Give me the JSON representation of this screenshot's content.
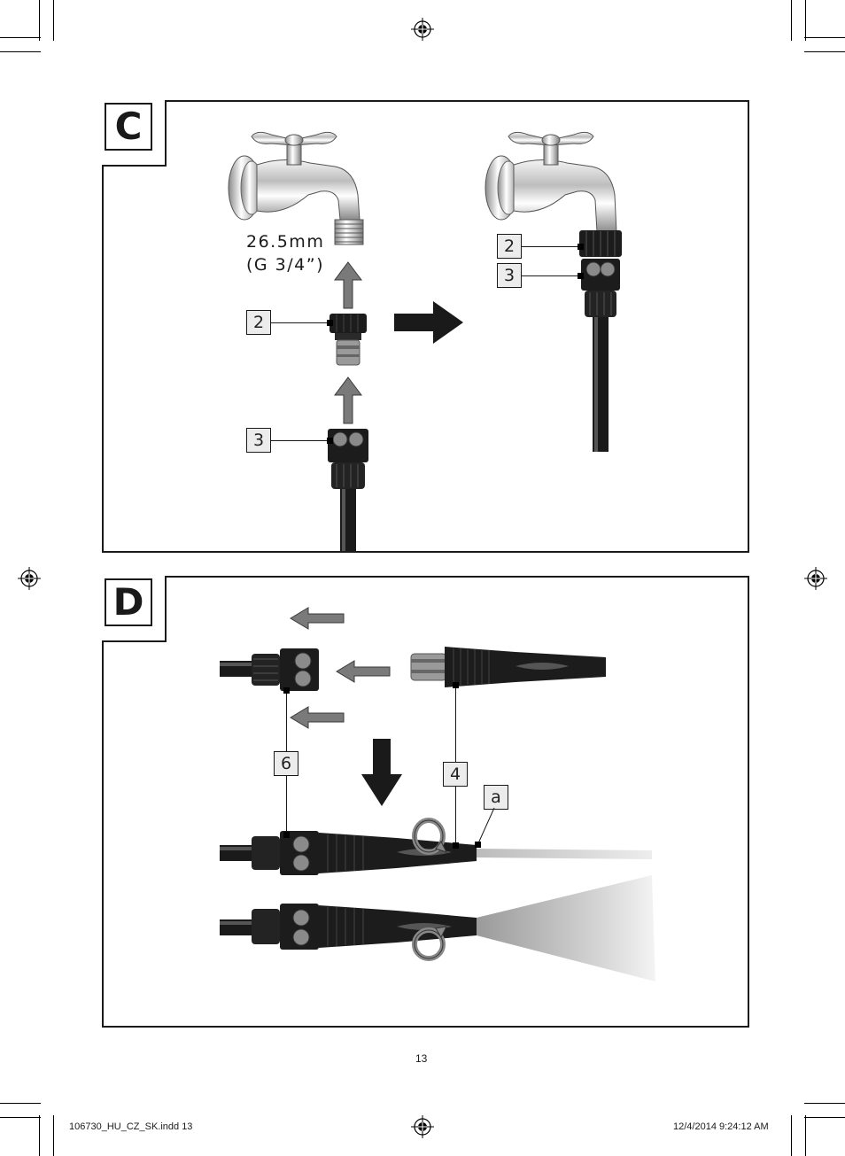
{
  "panels": {
    "c": {
      "label": "C"
    },
    "d": {
      "label": "D"
    }
  },
  "thread_spec": {
    "line1": "26.5mm",
    "line2": "(G 3/4”)"
  },
  "callouts": {
    "c_part2_left": "2",
    "c_part3_left": "3",
    "c_part2_right": "2",
    "c_part3_right": "3",
    "d_part6": "6",
    "d_part4": "4",
    "d_part_a": "a"
  },
  "page_number": "13",
  "footer": {
    "file_info": "106730_HU_CZ_SK.indd   13",
    "timestamp": "12/4/2014   9:24:12 AM"
  },
  "colors": {
    "line": "#1a1a1a",
    "fitting_black": "#1c1c1c",
    "arrow_grey": "#7a7a7a",
    "callout_fill": "#ececec"
  }
}
